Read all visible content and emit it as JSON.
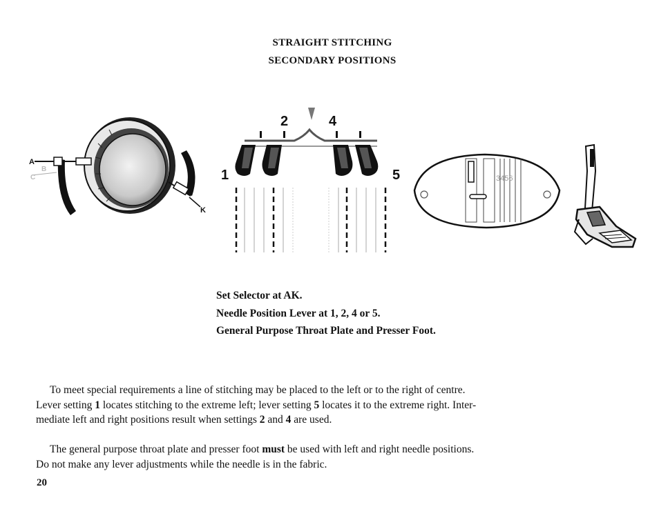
{
  "page": {
    "title_line1": "STRAIGHT STITCHING",
    "title_line2": "SECONDARY POSITIONS",
    "page_number": "20"
  },
  "figures": {
    "selector_dial": {
      "labels": [
        "A",
        "B",
        "C",
        "K"
      ]
    },
    "needle_lever": {
      "position_labels": [
        "1",
        "2",
        "4",
        "5"
      ]
    },
    "throat_plate": {
      "marking": "3456"
    }
  },
  "instructions": [
    "Set Selector at AK.",
    "Needle Position Lever at 1, 2, 4 or 5.",
    "General Purpose Throat Plate and Presser Foot."
  ],
  "paragraph1": {
    "line1": "To meet special requirements a line of stitching may be placed to the left or to the right of centre.",
    "line2_pre": "Lever setting ",
    "line2_b1": "1",
    "line2_mid": " locates stitching to the extreme left; lever setting ",
    "line2_b2": "5",
    "line2_post": " locates it to the extreme right. Inter-",
    "line3_pre": "mediate left and right positions result when settings ",
    "line3_b1": "2",
    "line3_mid": " and ",
    "line3_b2": "4",
    "line3_post": " are used."
  },
  "paragraph2": {
    "line1_pre": "The general purpose throat plate and presser foot ",
    "line1_bold": "must",
    "line1_post": " be used with left and right needle positions.",
    "line2": "Do not make any lever adjustments while the needle is in the fabric."
  }
}
